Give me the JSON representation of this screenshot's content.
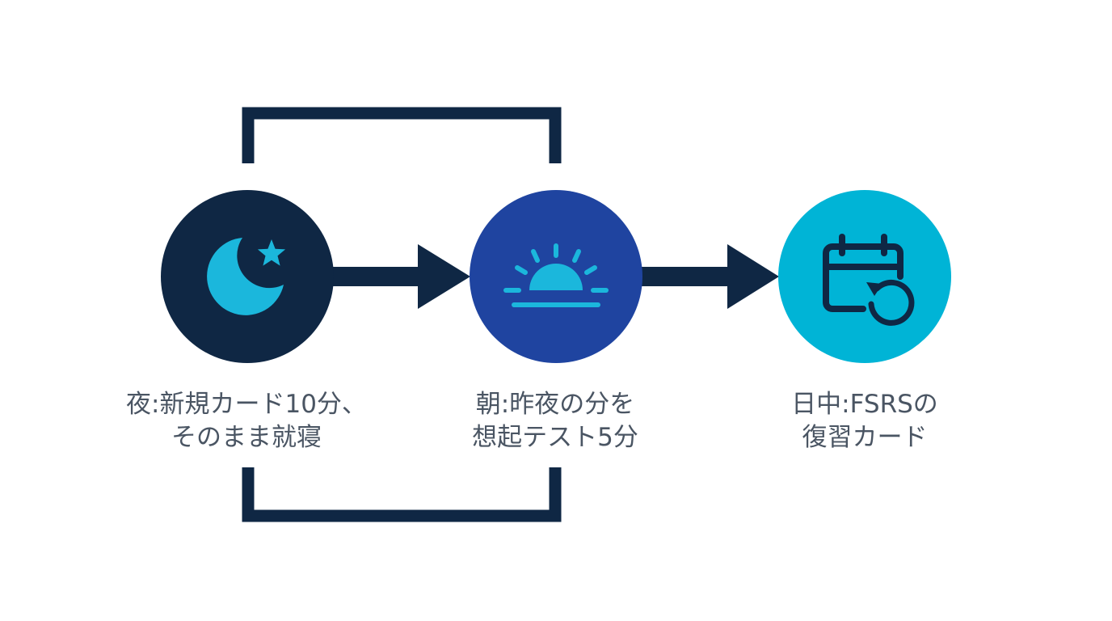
{
  "colors": {
    "dark_navy": "#0f2744",
    "royal_blue": "#1f44a0",
    "cyan": "#00b4d6",
    "icon_cyan": "#1bb7dc",
    "icon_dark": "#0f2744",
    "label_gray": "#4a5563",
    "background": "#ffffff"
  },
  "steps": [
    {
      "icon": "moon-star-icon",
      "circle_color": "#0f2744",
      "label_lines": [
        "夜:新規カード10分、",
        "そのまま就寝"
      ]
    },
    {
      "icon": "sunrise-icon",
      "circle_color": "#1f44a0",
      "label_lines": [
        "朝:昨夜の分を",
        "想起テスト5分"
      ]
    },
    {
      "icon": "calendar-refresh-icon",
      "circle_color": "#00b4d6",
      "label_lines": [
        "日中:FSRSの",
        "復習カード"
      ]
    }
  ]
}
